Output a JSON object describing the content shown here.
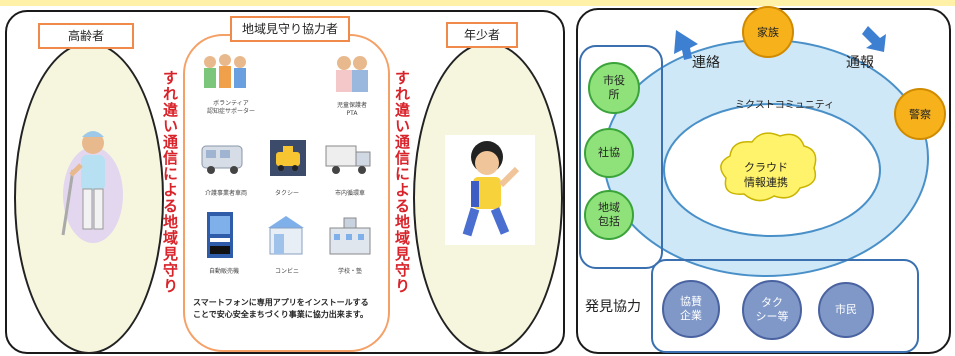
{
  "left": {
    "elderly_label": "高齢者",
    "cooperator_label": "地域見守り協力者",
    "youth_label": "年少者",
    "vertical_left": "すれ違い通信による地域見守り",
    "vertical_right": "すれ違い通信による地域見守り",
    "icons": [
      {
        "caption": "ボランティア\n認知症サポーター"
      },
      {
        "caption": "児童保護者\nPTA"
      },
      {
        "caption": "介護事業者車両"
      },
      {
        "caption": "タクシー"
      },
      {
        "caption": "市内循環車"
      },
      {
        "caption": "自動販売機"
      },
      {
        "caption": "コンビニ"
      },
      {
        "caption": "学校・塾"
      }
    ],
    "note": "スマートフォンに専用アプリをインストールする\nことで安心安全まちづくり事業に協力出来ます。"
  },
  "right": {
    "family": "家族",
    "police": "警察",
    "renraku": "連絡",
    "tsuhou": "通報",
    "mixed_community": "ミクストコミュニティ",
    "cloud": "クラウド\n情報連携",
    "city_hall": "市役\n所",
    "shakyo": "社協",
    "chiiki": "地域\n包括",
    "discovery": "発見協力",
    "sponsor": "協賛\n企業",
    "taxi": "タク\nシー等",
    "citizen": "市民"
  },
  "colors": {
    "orange_border": "#f08a4b",
    "vertical_text": "#d8232a",
    "community_fill": "#cfe8f7",
    "green_node": "#8fe27a",
    "yellow_node": "#f7b21b",
    "blue_node": "#7f98c8",
    "cloud_fill": "#fff36b"
  }
}
